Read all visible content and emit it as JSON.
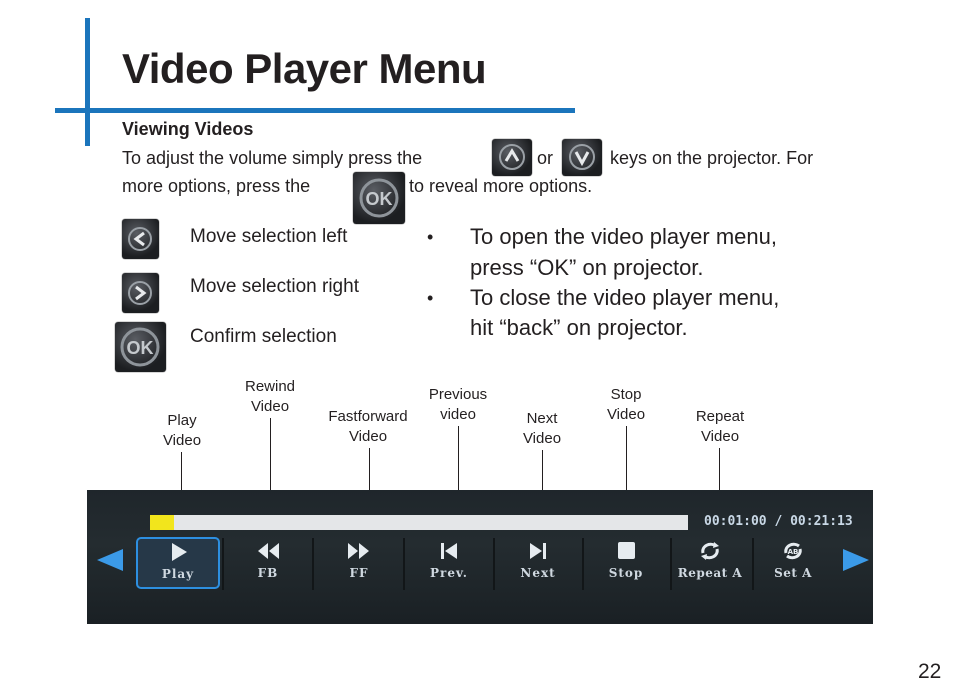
{
  "title": "Video Player Menu",
  "subheading": "Viewing Videos",
  "intro": {
    "line1_a": "To adjust the volume simply press the",
    "line1_b": "or",
    "line1_c": "keys on the projector.  For",
    "line2_a": "more options, press the",
    "line2_b": "to reveal more options."
  },
  "legend": [
    {
      "icon": "left-key-icon",
      "text": "Move selection left"
    },
    {
      "icon": "right-key-icon",
      "text": "Move selection right"
    },
    {
      "icon": "ok-key-icon",
      "text": "Confirm selection"
    }
  ],
  "bullets": [
    {
      "line1": "To open the video player menu,",
      "line2": "press “OK” on projector."
    },
    {
      "line1": "To close the video player menu,",
      "line2": "hit “back” on projector."
    }
  ],
  "callouts": [
    {
      "l1": "Play",
      "l2": "Video"
    },
    {
      "l1": "Rewind",
      "l2": "Video"
    },
    {
      "l1": "Fastforward",
      "l2": "Video"
    },
    {
      "l1": "Previous",
      "l2": "video"
    },
    {
      "l1": "Next",
      "l2": "Video"
    },
    {
      "l1": "Stop",
      "l2": "Video"
    },
    {
      "l1": "Repeat",
      "l2": "Video"
    }
  ],
  "player": {
    "time": "00:01:00 / 00:21:13",
    "progress": 0.045,
    "controls": [
      {
        "label": "Play",
        "icon": "play-icon",
        "selected": true
      },
      {
        "label": "FB",
        "icon": "fast-backward-icon"
      },
      {
        "label": "FF",
        "icon": "fast-forward-icon"
      },
      {
        "label": "Prev.",
        "icon": "previous-icon"
      },
      {
        "label": "Next",
        "icon": "next-icon"
      },
      {
        "label": "Stop",
        "icon": "stop-icon"
      },
      {
        "label": "Repeat  A",
        "icon": "repeat-icon"
      },
      {
        "label": "Set  A",
        "icon": "set-ab-icon"
      }
    ],
    "accent_color": "#2d8fe0"
  },
  "page_number": "22",
  "colors": {
    "rule": "#1b75bc",
    "text": "#231f20",
    "progress_fill": "#f2e51c"
  }
}
